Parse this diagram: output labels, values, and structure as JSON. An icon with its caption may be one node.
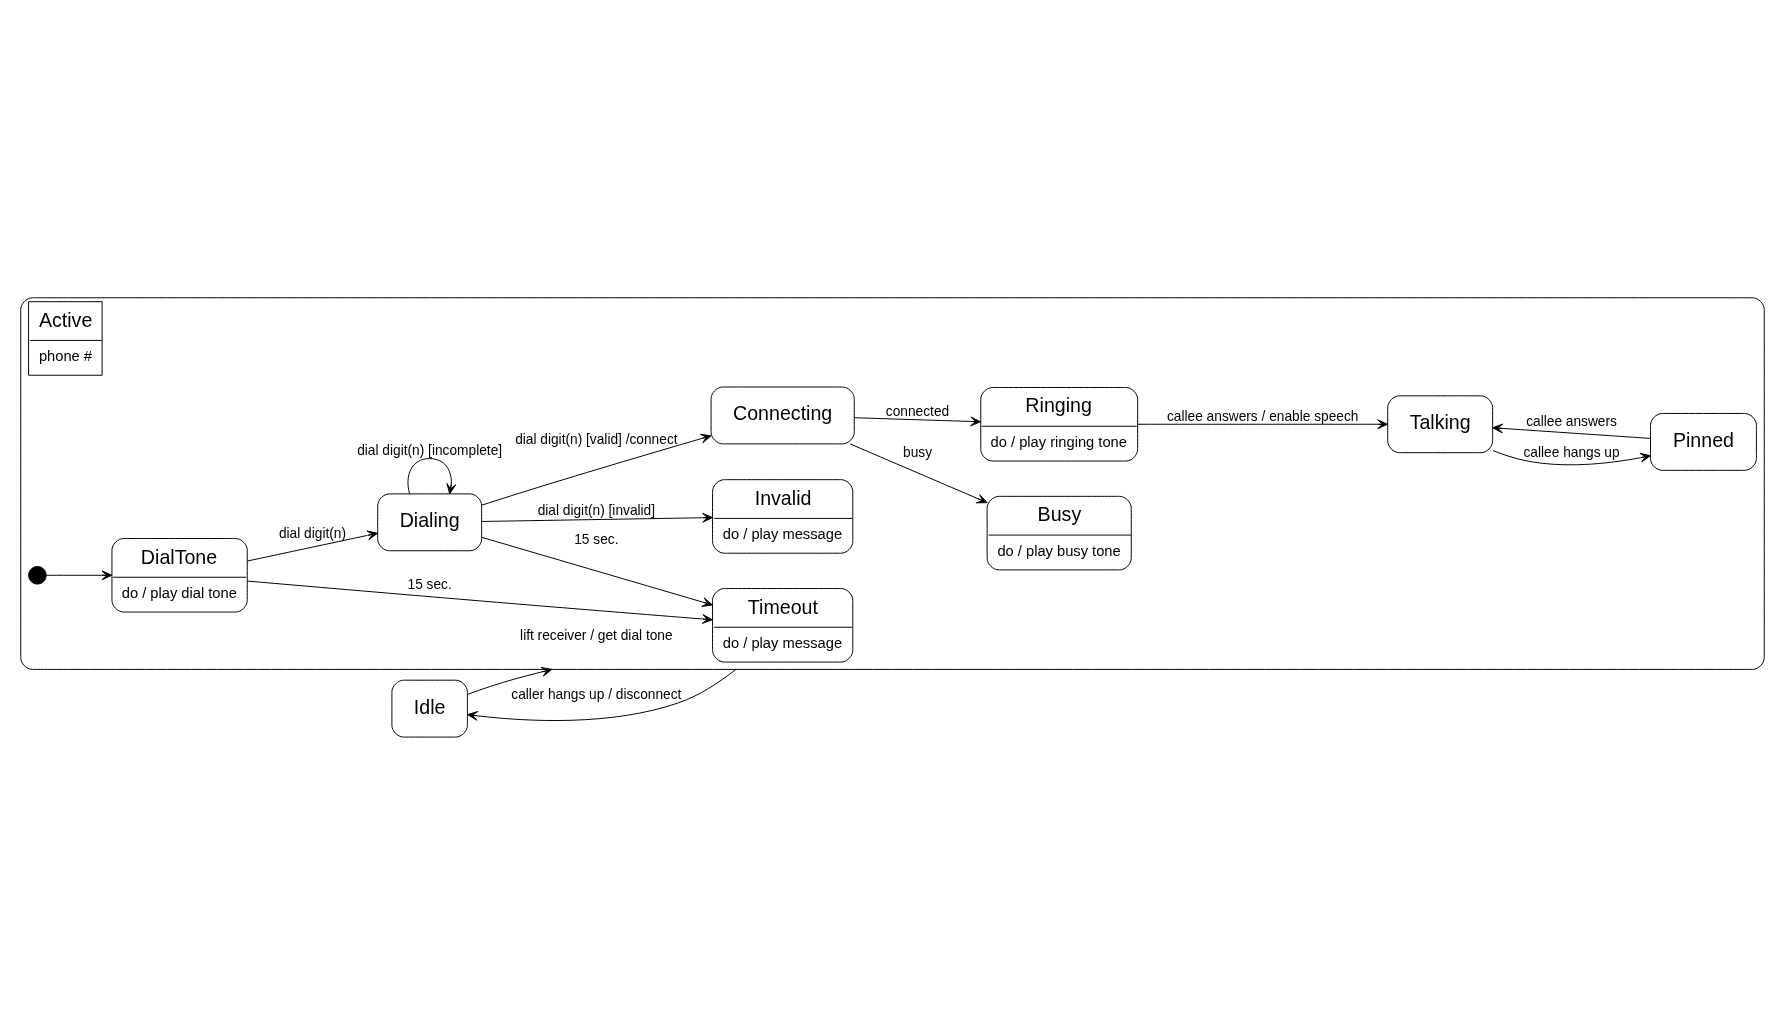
{
  "diagram": {
    "nodes": [
      {
        "text": [
          "Active",
          "phone #"
        ]
      },
      {
        "text": [
          "Idle"
        ]
      },
      {
        "text": [
          "Timeout",
          "do / play message"
        ],
        "in": 0
      },
      {
        "text": [
          "DialTone",
          "do / play dial tone"
        ],
        "in": 0
      },
      {
        "text": [
          "Dialing"
        ],
        "in": 0
      },
      {
        "text": [],
        "shape": "circle",
        "in": 0
      },
      {
        "text": [
          "Invalid",
          "do / play message"
        ],
        "in": 0
      },
      {
        "text": [
          "Connecting"
        ],
        "in": 0
      },
      {
        "text": [
          "Pinned"
        ],
        "in": 0
      },
      {
        "text": [
          "Busy",
          "do / play busy tone"
        ],
        "in": 0
      },
      {
        "text": [
          "Ringing",
          "do / play ringing tone"
        ],
        "in": 0
      },
      {
        "text": [
          "Talking"
        ],
        "in": 0
      }
    ],
    "edges": [
      {
        "from": 1,
        "to": 0,
        "arrow": "to",
        "label": "lift receiver / get dial tone"
      },
      {
        "from": 0,
        "to": 1,
        "arrow": "to",
        "label": "caller hangs up / disconnect"
      },
      {
        "from": 3,
        "to": 2,
        "arrow": "to",
        "label": "15 sec."
      },
      {
        "from": 4,
        "to": 2,
        "arrow": "to",
        "label": "15 sec."
      },
      {
        "from": 4,
        "to": 4,
        "arrow": "to",
        "label": "dial digit(n) [incomplete]"
      },
      {
        "from": 3,
        "to": 4,
        "arrow": "to",
        "label": "dial digit(n)"
      },
      {
        "from": 5,
        "to": 3,
        "arrow": "to"
      },
      {
        "from": 4,
        "to": 6,
        "arrow": "to",
        "label": "dial digit(n) [invalid]"
      },
      {
        "from": 4,
        "to": 7,
        "arrow": "to",
        "label": "dial digit(n) [valid] /connect"
      },
      {
        "from": 7,
        "to": 9,
        "arrow": "to",
        "label": "busy"
      },
      {
        "from": 7,
        "to": 10,
        "arrow": "to",
        "label": "connected"
      },
      {
        "from": 10,
        "to": 11,
        "arrow": "to",
        "label": "callee answers / enable speech"
      },
      {
        "from": 8,
        "to": 11,
        "arrow": "to",
        "label": "callee answers"
      },
      {
        "from": 11,
        "to": 8,
        "arrow": "to",
        "label": "callee hangs up"
      }
    ]
  }
}
